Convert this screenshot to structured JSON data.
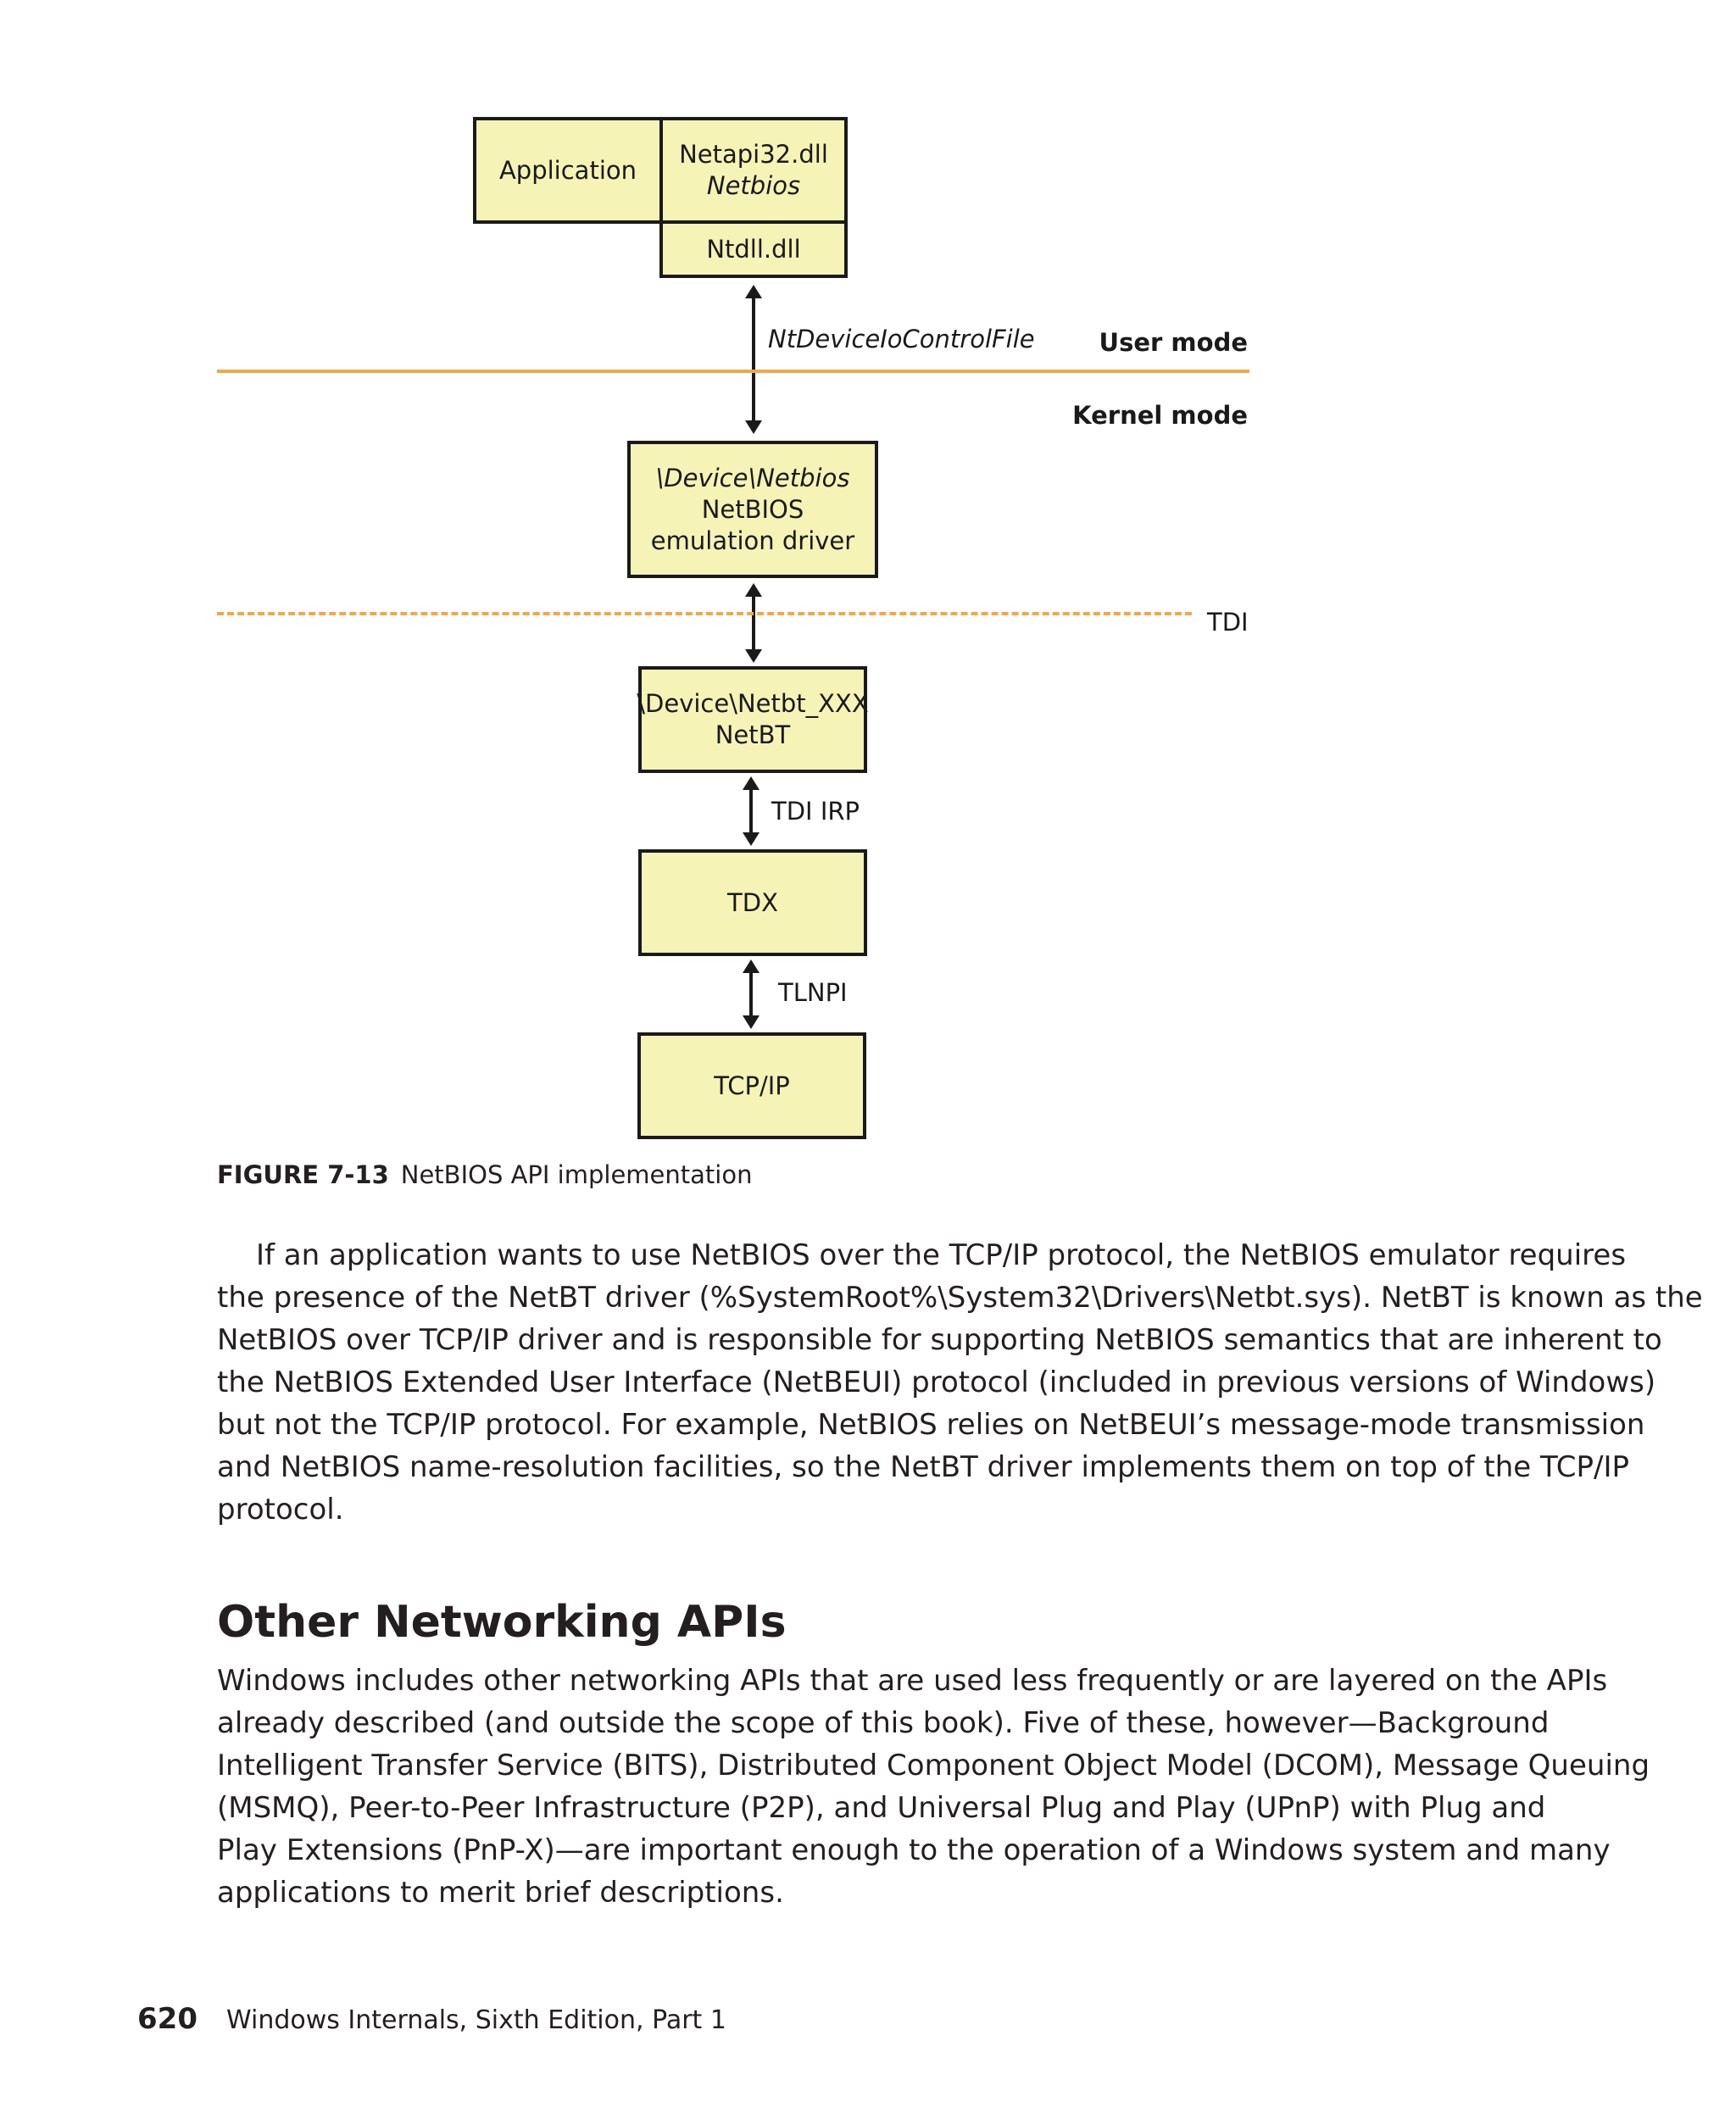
{
  "diagram": {
    "application": "Application",
    "netapi_dll": "Netapi32.dll",
    "netapi_func": "Netbios",
    "ntdll": "Ntdll.dll",
    "ioctl_call": "NtDeviceIoControlFile",
    "user_mode": "User mode",
    "kernel_mode": "Kernel mode",
    "netbios_device": "\\Device\\Netbios",
    "netbios_name": "NetBIOS",
    "netbios_desc": "emulation driver",
    "tdi": "TDI",
    "netbt_device": "\\Device\\Netbt_XXX",
    "netbt_name": "NetBT",
    "tdi_irp": "TDI IRP",
    "tdx": "TDX",
    "tlnpi": "TLNPI",
    "tcpip": "TCP/IP",
    "colors": {
      "box_fill": "#f5f3b6",
      "mode_line": "#f0a848"
    }
  },
  "figure": {
    "number": "FIGURE 7-13",
    "caption": "NetBIOS API implementation"
  },
  "body": {
    "para1": [
      "If an application wants to use NetBIOS over the TCP/IP protocol, the NetBIOS emulator requires",
      "the presence of the NetBT driver (%SystemRoot%\\System32\\Drivers\\Netbt.sys). NetBT is known as the",
      "NetBIOS over TCP/IP driver and is responsible for supporting NetBIOS semantics that are inherent to",
      "the NetBIOS Extended User Interface (NetBEUI) protocol (included in previous versions of Windows)",
      "but not the TCP/IP protocol. For example, NetBIOS relies on NetBEUI’s message-mode transmission",
      "and NetBIOS name-resolution facilities, so the NetBT driver implements them on top of the TCP/IP",
      "protocol."
    ],
    "heading": "Other Networking APIs",
    "para2": [
      "Windows includes other networking APIs that are used less frequently or are layered on the APIs",
      "already described (and outside the scope of this book). Five of these, however—Background",
      "Intelligent Transfer Service (BITS), Distributed Component Object Model (DCOM), Message Queuing",
      "(MSMQ), Peer-to-Peer Infrastructure (P2P), and Universal Plug and Play (UPnP) with Plug and",
      "Play Extensions (PnP-X)—are important enough to the operation of a Windows system and many",
      "applications to merit brief descriptions."
    ]
  },
  "footer": {
    "page_number": "620",
    "book_title": "Windows Internals, Sixth Edition, Part 1"
  }
}
